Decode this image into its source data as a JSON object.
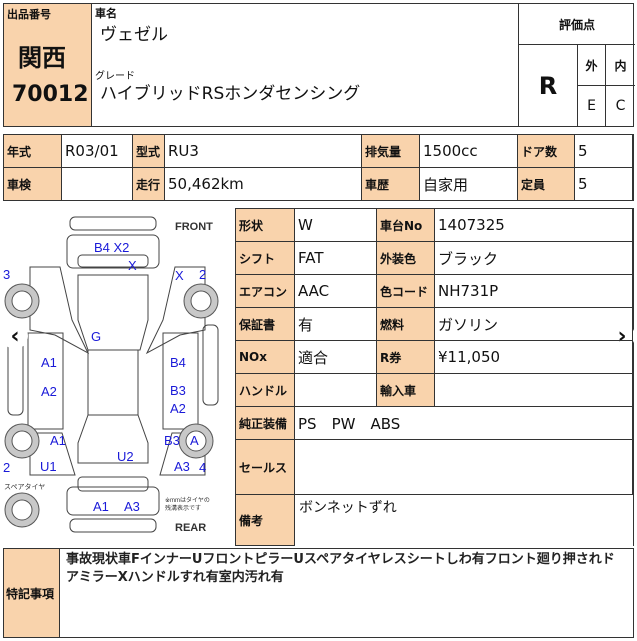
{
  "header": {
    "lot_label": "出品番号",
    "auction": "関西",
    "lot_no": "70012",
    "car_name_label": "車名",
    "car_name": "ヴェゼル",
    "grade_label": "グレード",
    "grade": "ハイブリッドRSホンダセンシング",
    "score_label": "評価点",
    "score": "R",
    "exterior_label": "外",
    "interior_label": "内",
    "exterior": "E",
    "interior": "C"
  },
  "specs": {
    "row1": [
      {
        "label": "年式",
        "value": "R03/01"
      },
      {
        "label": "型式",
        "value": "RU3"
      },
      {
        "label": "排気量",
        "value": "1500cc"
      },
      {
        "label": "ドア数",
        "value": "5"
      }
    ],
    "row2": [
      {
        "label": "車検",
        "value": ""
      },
      {
        "label": "走行",
        "value": "50,462km"
      },
      {
        "label": "車歴",
        "value": "自家用"
      },
      {
        "label": "定員",
        "value": "5"
      }
    ]
  },
  "details": {
    "rows": [
      [
        {
          "label": "形状",
          "value": "W"
        },
        {
          "label": "車台No",
          "value": "1407325"
        }
      ],
      [
        {
          "label": "シフト",
          "value": "FAT"
        },
        {
          "label": "外装色",
          "value": "ブラック"
        }
      ],
      [
        {
          "label": "エアコン",
          "value": "AAC"
        },
        {
          "label": "色コード",
          "value": "NH731P"
        }
      ],
      [
        {
          "label": "保証書",
          "value": "有"
        },
        {
          "label": "燃料",
          "value": "ガソリン"
        }
      ],
      [
        {
          "label": "NOx",
          "value": "適合"
        },
        {
          "label": "R券",
          "value": "¥11,050"
        }
      ],
      [
        {
          "label": "ハンドル",
          "value": ""
        },
        {
          "label": "輸入車",
          "value": ""
        }
      ]
    ],
    "equipment_label": "純正装備",
    "equipment": "PS　PW　ABS",
    "sales_label": "セールス",
    "sales": "",
    "remarks_label": "備考",
    "remarks": "ボンネットずれ"
  },
  "notes": {
    "label": "特記事項",
    "text": "事故現状車FインナーUフロントピラーUスペアタイヤレスシートしわ有フロント廻り押されドアミラーXハンドルすれ有室内汚れ有"
  },
  "diagram": {
    "front": "FRONT",
    "rear": "REAR",
    "spare": "スペアタイヤ",
    "note": "※mmはタイヤの",
    "note2": "残溝表示です",
    "marks": {
      "front_bumper": "B4 X2",
      "grille": "X",
      "tire_fl": "3",
      "tire_fr": "2",
      "fender_fr": "X",
      "hood": "G",
      "door_fl": "A1",
      "door_rl": "A2",
      "door_fr": "B4",
      "door_rr": "B3",
      "door_rr2": "A2",
      "qtr_l": "A1",
      "qtr_r": "B3",
      "wheel_rr": "A",
      "sill_l": "U1",
      "trunk": "U2",
      "qtr_r2": "A3",
      "tire_rl": "2",
      "tire_rr": "4",
      "rear_bumper_l": "A1",
      "rear_bumper_r": "A3"
    },
    "mark_color": "#1a1ad8"
  },
  "nav": {
    "prev": "‹",
    "next": "›"
  }
}
